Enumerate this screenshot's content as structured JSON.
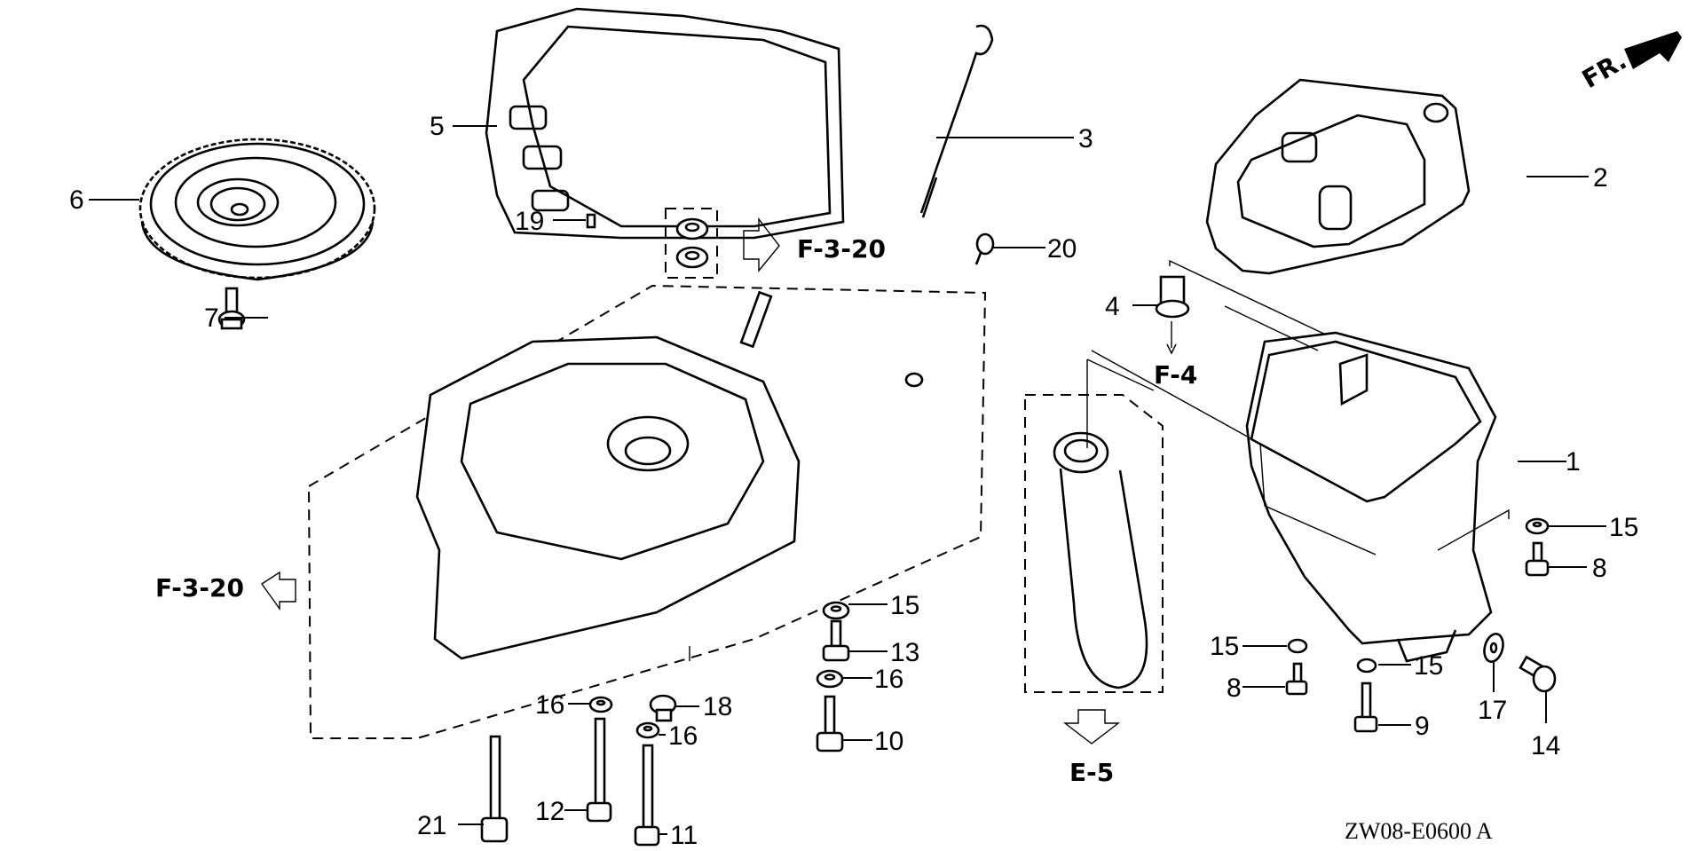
{
  "diagram": {
    "diagram_code": "ZW08-E0600 A",
    "orientation_label": "FR.",
    "callouts": [
      {
        "id": "c1",
        "number": "1",
        "part": "oil case"
      },
      {
        "id": "c2",
        "number": "2",
        "part": "gasket"
      },
      {
        "id": "c3",
        "number": "3",
        "part": "dipstick"
      },
      {
        "id": "c4",
        "number": "4",
        "part": "plug"
      },
      {
        "id": "c5",
        "number": "5",
        "part": "gasket"
      },
      {
        "id": "c6",
        "number": "6",
        "part": "flywheel"
      },
      {
        "id": "c7",
        "number": "7",
        "part": "bolt"
      },
      {
        "id": "c8a",
        "number": "8",
        "part": "bolt"
      },
      {
        "id": "c8b",
        "number": "8",
        "part": "bolt"
      },
      {
        "id": "c9",
        "number": "9",
        "part": "bolt"
      },
      {
        "id": "c10",
        "number": "10",
        "part": "bolt"
      },
      {
        "id": "c11",
        "number": "11",
        "part": "bolt"
      },
      {
        "id": "c12",
        "number": "12",
        "part": "bolt"
      },
      {
        "id": "c13",
        "number": "13",
        "part": "bolt"
      },
      {
        "id": "c14",
        "number": "14",
        "part": "drain bolt"
      },
      {
        "id": "c15a",
        "number": "15",
        "part": "washer"
      },
      {
        "id": "c15b",
        "number": "15",
        "part": "washer"
      },
      {
        "id": "c15c",
        "number": "15",
        "part": "washer"
      },
      {
        "id": "c15d",
        "number": "15",
        "part": "washer"
      },
      {
        "id": "c16a",
        "number": "16",
        "part": "washer"
      },
      {
        "id": "c16b",
        "number": "16",
        "part": "washer"
      },
      {
        "id": "c16c",
        "number": "16",
        "part": "washer"
      },
      {
        "id": "c17",
        "number": "17",
        "part": "washer"
      },
      {
        "id": "c18",
        "number": "18",
        "part": "nut"
      },
      {
        "id": "c19",
        "number": "19",
        "part": "dowel pin"
      },
      {
        "id": "c20",
        "number": "20",
        "part": "bolt"
      },
      {
        "id": "c21",
        "number": "21",
        "part": "bolt"
      }
    ],
    "cross_references": [
      {
        "id": "ref-seals",
        "label": "F-3-20",
        "direction": "right"
      },
      {
        "id": "ref-case",
        "label": "F-3-20",
        "direction": "left"
      },
      {
        "id": "ref-plug",
        "label": "F-4",
        "direction": "down"
      },
      {
        "id": "ref-pipe",
        "label": "E-5",
        "direction": "down"
      }
    ]
  }
}
